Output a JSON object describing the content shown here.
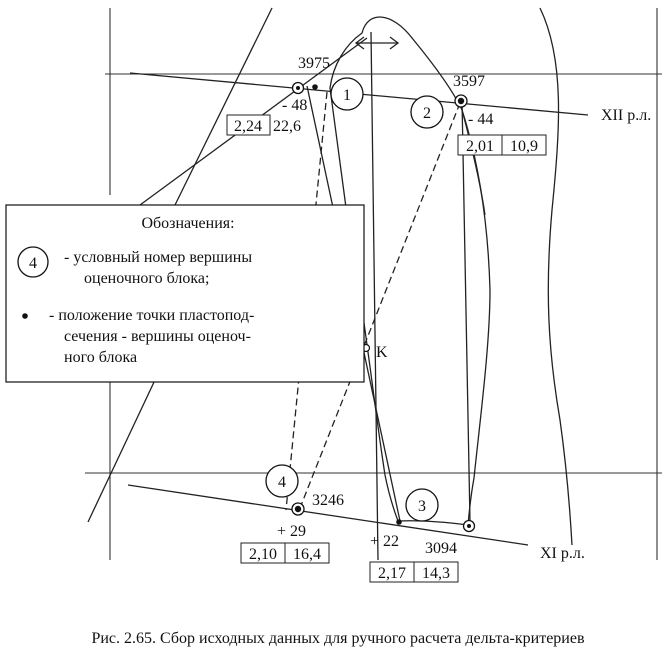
{
  "lines": {
    "xii": "XII р.л.",
    "xi": "XI р.л."
  },
  "vertices": {
    "v1": {
      "number": "1",
      "elevation": "3975",
      "delta": "- 48",
      "crit_a": "2,24",
      "crit_b": "22,6"
    },
    "v2": {
      "number": "2",
      "elevation": "3597",
      "delta": "- 44",
      "crit_a": "2,01",
      "crit_b": "10,9"
    },
    "v3": {
      "number": "3",
      "elevation": "3094",
      "delta": "+ 22",
      "crit_a": "2,17",
      "crit_b": "14,3"
    },
    "v4": {
      "number": "4",
      "elevation": "3246",
      "delta": "+ 29",
      "crit_a": "2,10",
      "crit_b": "16,4"
    }
  },
  "point_k": "K",
  "legend": {
    "title": "Обозначения:",
    "item1_symbol": "4",
    "item1_line1": "- условный номер вершины",
    "item1_line2": "оценочного блока;",
    "item2_line1": "- положение точки пластопод-",
    "item2_line2": "сечения - вершины оценоч-",
    "item2_line3": "ного блока"
  },
  "caption": "Рис. 2.65. Сбор исходных данных для ручного расчета дельта-критериев"
}
